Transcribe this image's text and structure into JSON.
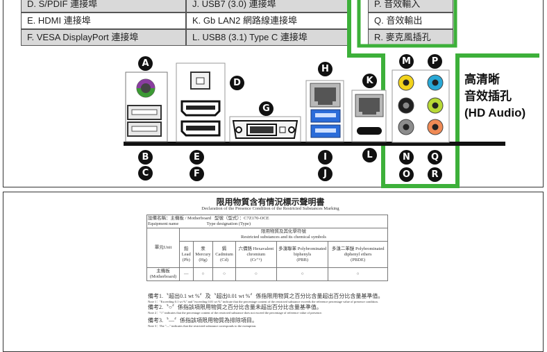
{
  "legend": {
    "col1": [
      "D. S/PDIF 連接埠",
      "E. HDMI 連接埠",
      "F. VESA DisplayPort 連接埠"
    ],
    "col2": [
      "J. USB7 (3.0) 連接埠",
      "K. Gb LAN2 網路線連接埠",
      "L. USB8 (3.1) Type C 連接埠"
    ],
    "col3": [
      "P. 音效輸入",
      "Q. 音效輸出",
      "R. 麥克風插孔"
    ]
  },
  "badges": {
    "A": "A",
    "B": "B",
    "C": "C",
    "D": "D",
    "E": "E",
    "F": "F",
    "G": "G",
    "H": "H",
    "I": "I",
    "J": "J",
    "K": "K",
    "L": "L",
    "M": "M",
    "N": "N",
    "O": "O",
    "P": "P",
    "Q": "Q",
    "R": "R"
  },
  "hd_audio": {
    "line1": "高清晰",
    "line2": "音效插孔",
    "line3": "(HD Audio)"
  },
  "colors": {
    "green_frame": "#3db03a",
    "ps2_purple": "#8a3da0",
    "ps2_green": "#3c9a34",
    "usb3_blue": "#2b6cd9",
    "jack_yellow": "#f2d31b",
    "jack_blue": "#28a8d6",
    "jack_lime": "#b7d935",
    "jack_black": "#202020",
    "jack_grey": "#8c8c8c",
    "jack_orange": "#f08a55"
  },
  "declaration": {
    "title": "限用物質含有情況標示聲明書",
    "subtitle": "Declaration of the Presence Condition of the Restricted Substances Marking",
    "equipment_name": "設備名稱：主機板 / Motherboard",
    "equipment_name_en": "Equipment name",
    "type_designation": "型號（型式）：C7Z170-OCE",
    "type_designation_en": "Type designation (Type)",
    "restricted_header": "限用物質及其化學符號",
    "restricted_header_en": "Restricted substances and its chemical symbols",
    "unit_label": "單元Unit",
    "substances": [
      {
        "name": "鉛Lead",
        "symbol": "(Pb)"
      },
      {
        "name": "汞Mercury",
        "symbol": "(Hg)"
      },
      {
        "name": "鎘Cadmium",
        "symbol": "(Cd)"
      },
      {
        "name": "六價鉻 Hexavalent chromium",
        "symbol": "(Cr⁺⁶)"
      },
      {
        "name": "多溴聯苯 Polybrominated biphenyls",
        "symbol": "(PBB)"
      },
      {
        "name": "多溴二苯醚 Polybrominated diphenyl ethers",
        "symbol": "(PBDE)"
      }
    ],
    "row_unit": "主機板 (Motherboard)",
    "row_values": [
      "—",
      "○",
      "○",
      "○",
      "○",
      "○"
    ],
    "note1": "備考1.〝超出0.1 wt %〞及〝超出0.01 wt %〞係指限用物質之百分比含量超出百分比含量基準值。",
    "note1_en": "Note 1：\"Exceeding 0.1 wt %\" and \"exceeding 0.01 wt %\" indicate that the percentage content of the restricted substance exceeds the reference percentage value of presence condition.",
    "note2": "備考2.〝○〞係指該項限用物質之百分比含量未超出百分比含量基準值。",
    "note2_en": "Note 2：\"○\" indicates that the percentage content of the restricted substance does not exceed the percentage of reference value of presence.",
    "note3": "備考3.〝—〞係指該項限用物質為排除項目。",
    "note3_en": "Note 3：The \"—\" indicates that the restricted substance corresponds to the exemption."
  }
}
